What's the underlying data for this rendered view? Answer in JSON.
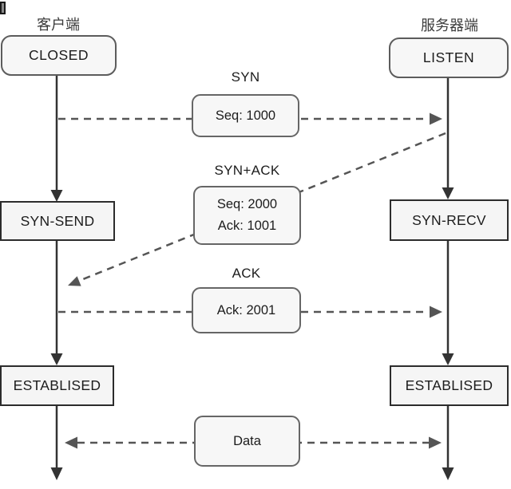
{
  "diagram": {
    "type": "tcp-three-way-handshake-sequence",
    "client": {
      "label": "客户端",
      "states": [
        "CLOSED",
        "SYN-SEND",
        "ESTABLISED"
      ]
    },
    "server": {
      "label": "服务器端",
      "states": [
        "LISTEN",
        "SYN-RECV",
        "ESTABLISED"
      ]
    },
    "messages": [
      {
        "label": "SYN",
        "lines": [
          "Seq: 1000"
        ],
        "direction": "client-to-server"
      },
      {
        "label": "SYN+ACK",
        "lines": [
          "Seq: 2000",
          "Ack: 1001"
        ],
        "direction": "server-to-client"
      },
      {
        "label": "ACK",
        "lines": [
          "Ack: 2001"
        ],
        "direction": "client-to-server"
      },
      {
        "label": "",
        "lines": [
          "Data"
        ],
        "direction": "bidirectional"
      }
    ],
    "colors": {
      "background": "#ffffff",
      "solid_line": "#333333",
      "dashed_line": "#555555",
      "box_fill": "#f7f7f7",
      "pill_border": "#5c5c5c",
      "rect_border": "#2c2c2c",
      "text": "#1c1c1c"
    }
  }
}
